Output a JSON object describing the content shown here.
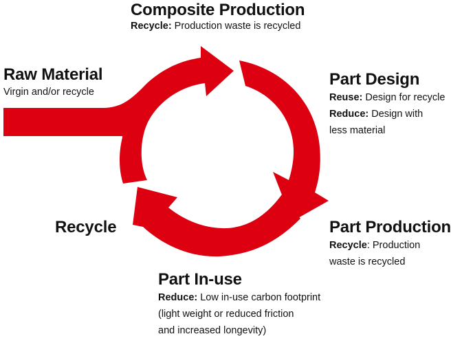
{
  "colors": {
    "arrow_red": "#dc0011",
    "text": "#111111",
    "background": "#ffffff"
  },
  "diagram": {
    "type": "circular-lifecycle",
    "direction": "clockwise",
    "arrows": [
      {
        "name": "raw-material-to-composite-arrow",
        "from": "Raw Material",
        "to": "Composite Production"
      },
      {
        "name": "part-design-to-production-arrow",
        "from": "Part Design",
        "to": "Part Production"
      },
      {
        "name": "in-use-to-recycle-arrow",
        "from": "Part In-use",
        "to": "Recycle"
      }
    ]
  },
  "stages": {
    "composite_production": {
      "title": "Composite Production",
      "lines": [
        {
          "label": "Recycle:",
          "text": " Production waste is recycled"
        }
      ]
    },
    "raw_material": {
      "title": "Raw Material",
      "lines": [
        {
          "label": "",
          "text": "Virgin and/or recycle"
        }
      ]
    },
    "part_design": {
      "title": "Part Design",
      "lines": [
        {
          "label": "Reuse:",
          "text": " Design for recycle"
        },
        {
          "label": "Reduce:",
          "text": " Design with"
        },
        {
          "label": "",
          "text": "less material"
        }
      ]
    },
    "part_production": {
      "title": "Part Production",
      "lines": [
        {
          "label": "Recycle",
          "text": ": Production"
        },
        {
          "label": "",
          "text": "waste is recycled"
        }
      ]
    },
    "part_in_use": {
      "title": "Part In-use",
      "lines": [
        {
          "label": "Reduce:",
          "text": " Low in-use carbon footprint"
        },
        {
          "label": "",
          "text": "(light weight or reduced friction"
        },
        {
          "label": "",
          "text": "and increased longevity)"
        }
      ]
    },
    "recycle": {
      "title": "Recycle",
      "lines": []
    }
  }
}
